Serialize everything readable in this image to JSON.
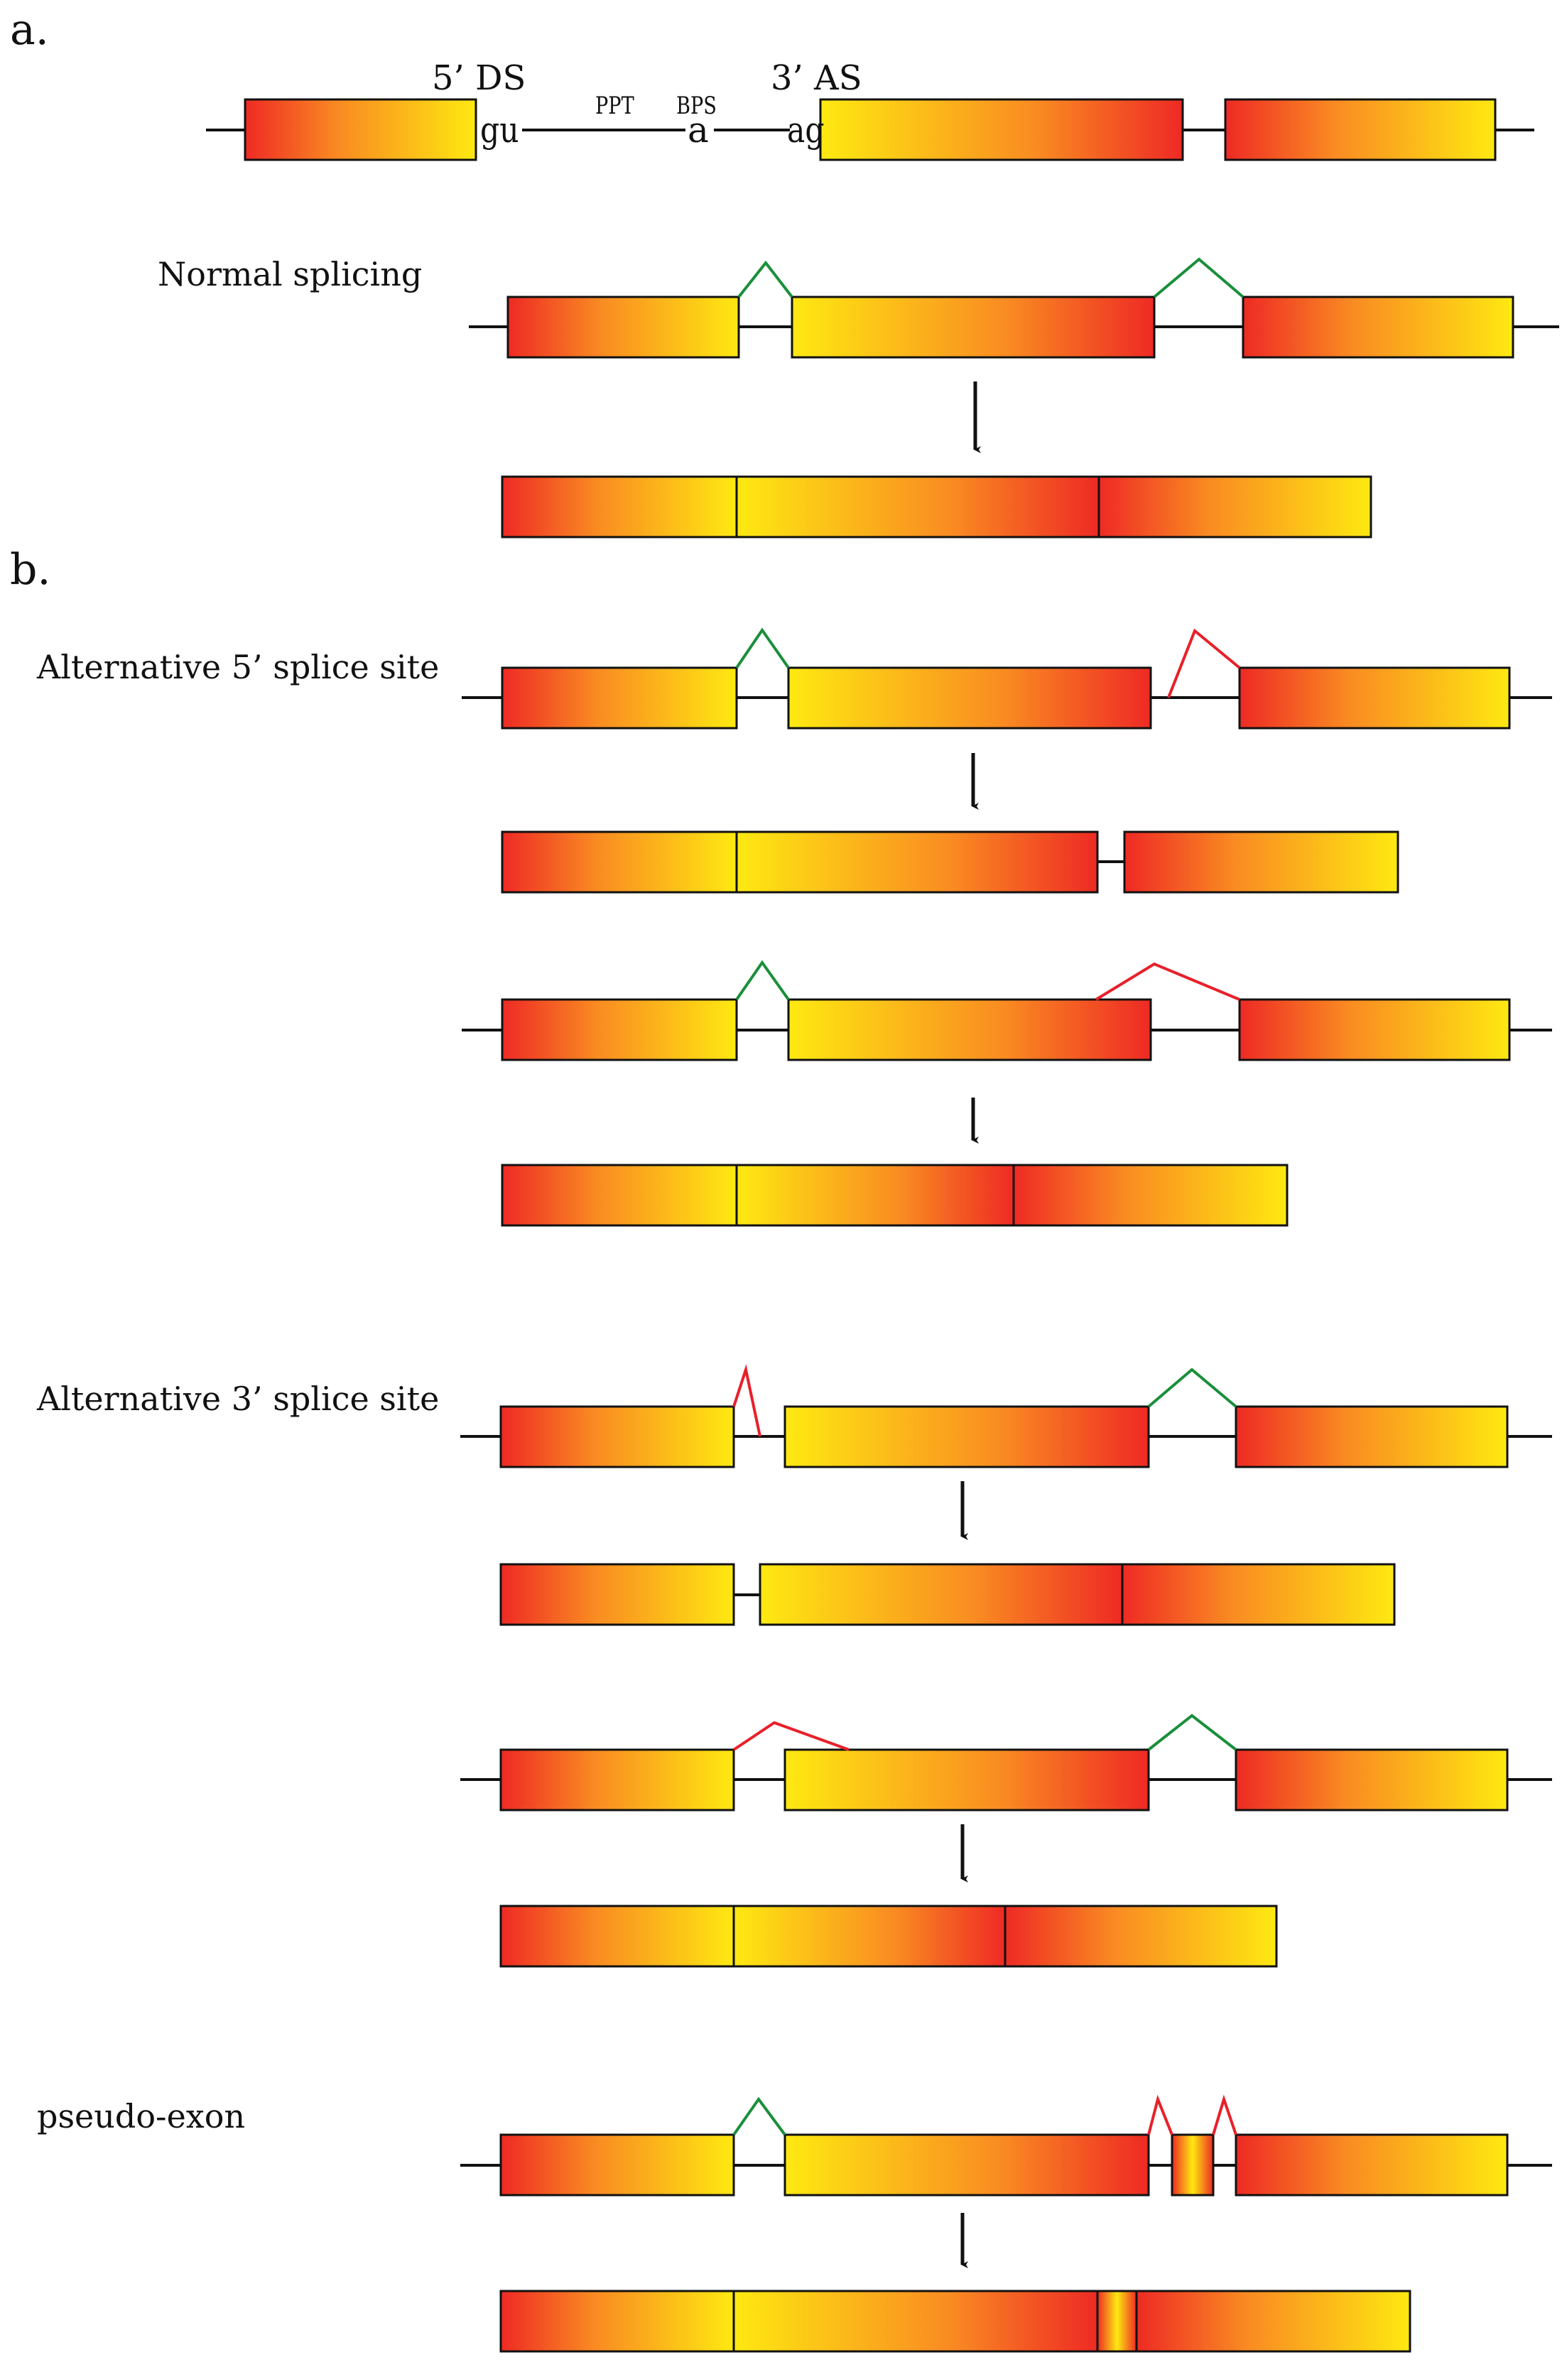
{
  "panels": {
    "a": "a.",
    "b": "b."
  },
  "labels": {
    "ds": "5’ DS",
    "as": "3’ AS",
    "ppt": "PPT",
    "bps": "BPS",
    "gu": "gu",
    "a": "a",
    "ag": "ag"
  },
  "sections": {
    "normal": "Normal splicing",
    "alt5": "Alternative 5’ splice site",
    "alt3": "Alternative 3’ splice site",
    "pseudo": "pseudo-exon"
  },
  "colors": {
    "exon_red": "#ee2a24",
    "exon_orange": "#f98a22",
    "exon_yellow": "#fee911",
    "splice_normal": "#1a8f3a",
    "splice_alternative": "#e8202a",
    "line": "#111111"
  }
}
